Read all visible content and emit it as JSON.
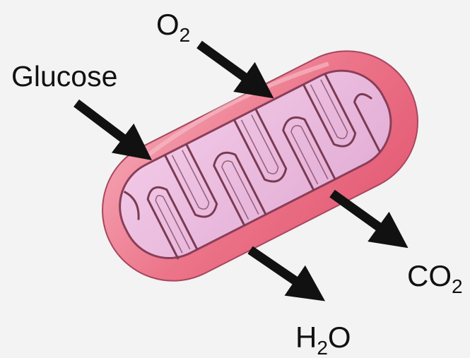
{
  "labels": {
    "glucose": "Glucose",
    "o2": {
      "base": "O",
      "sub": "2"
    },
    "co2": {
      "base": "CO",
      "sub": "2"
    },
    "h2o": {
      "base": "H",
      "sub": "2",
      "tail": "O"
    }
  },
  "colors": {
    "background": "#f3f3f3",
    "outer_membrane": "#e8697f",
    "outer_membrane_light": "#f08a9b",
    "matrix": "#eab7dc",
    "cristae_line": "#7a3b52",
    "arrow": "#111111",
    "text": "#111111"
  }
}
